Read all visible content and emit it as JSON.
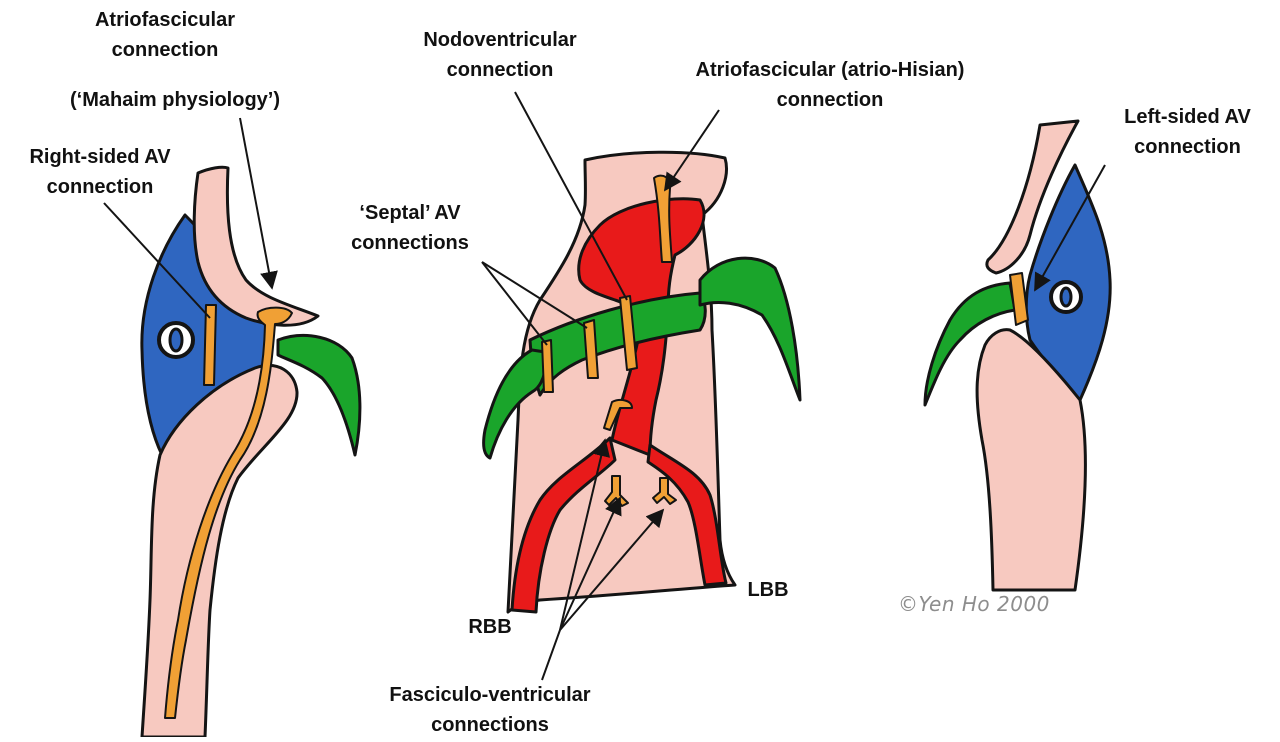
{
  "colors": {
    "tissue": "#F7C9C0",
    "atrium_blue": "#2F66C0",
    "valve_green": "#1AA52B",
    "conduction_red": "#E81A1A",
    "pathway_orange": "#F0A035",
    "outline": "#141414"
  },
  "labels": {
    "atriofascicular_left": [
      "Atriofascicular",
      "connection"
    ],
    "mahaim": "(‘Mahaim physiology’)",
    "right_sided_av": [
      "Right-sided AV",
      "connection"
    ],
    "nodoventricular": [
      "Nodoventricular",
      "connection"
    ],
    "atrio_hisian": [
      "Atriofascicular (atrio-Hisian)",
      "connection"
    ],
    "septal_av": [
      "‘Septal’ AV",
      "connections"
    ],
    "left_sided_av": [
      "Left-sided AV",
      "connection"
    ],
    "rbb": "RBB",
    "lbb": "LBB",
    "fasciculo_ventricular": [
      "Fasciculo-ventricular",
      "connections"
    ]
  },
  "copyright": "©Yen Ho  2000"
}
